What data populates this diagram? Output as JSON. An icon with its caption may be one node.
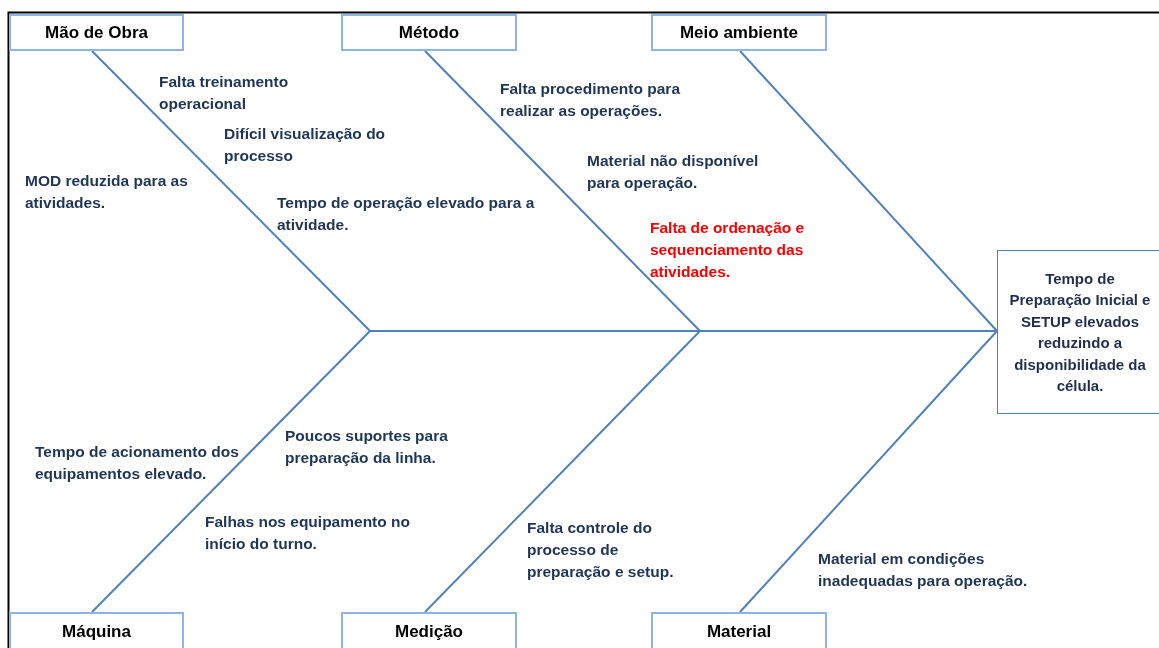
{
  "diagram": {
    "nodes": [
      {
        "text": [
          "Mão de Obra"
        ]
      },
      {
        "text": [
          "Método"
        ]
      },
      {
        "text": [
          "Meio ambiente"
        ]
      },
      {
        "text": [
          "Máquina"
        ]
      },
      {
        "text": [
          "Medição"
        ]
      },
      {
        "text": [
          "Material"
        ]
      },
      {
        "text": [
          "Tempo de Preparação Inicial e SETUP elevados reduzindo a disponibilidade da célula."
        ]
      }
    ],
    "edges": [
      {
        "from": 0,
        "to": null,
        "arrow": "none"
      },
      {
        "from": 1,
        "to": null,
        "arrow": "none"
      },
      {
        "from": 2,
        "to": 6,
        "arrow": "none"
      },
      {
        "from": 3,
        "to": null,
        "arrow": "none"
      },
      {
        "from": 4,
        "to": null,
        "arrow": "none"
      },
      {
        "from": 5,
        "to": 6,
        "arrow": "none"
      },
      {
        "from": null,
        "to": 6,
        "arrow": "none"
      }
    ],
    "labels": [
      "Falta treinamento operacional",
      "Difícil visualização do processo",
      "MOD reduzida para as atividades.",
      "Tempo de operação elevado para a atividade.",
      "Falta procedimento para realizar as operações.",
      "Material não disponível para operação.",
      "Falta de ordenação e sequenciamento das atividades.",
      "Tempo de acionamento dos equipamentos elevado.",
      "Poucos suportes para preparação da linha.",
      "Falhas nos equipamento no início do turno.",
      "Falta controle do processo de preparação e setup.",
      "Material em condições inadequadas para operação."
    ]
  }
}
